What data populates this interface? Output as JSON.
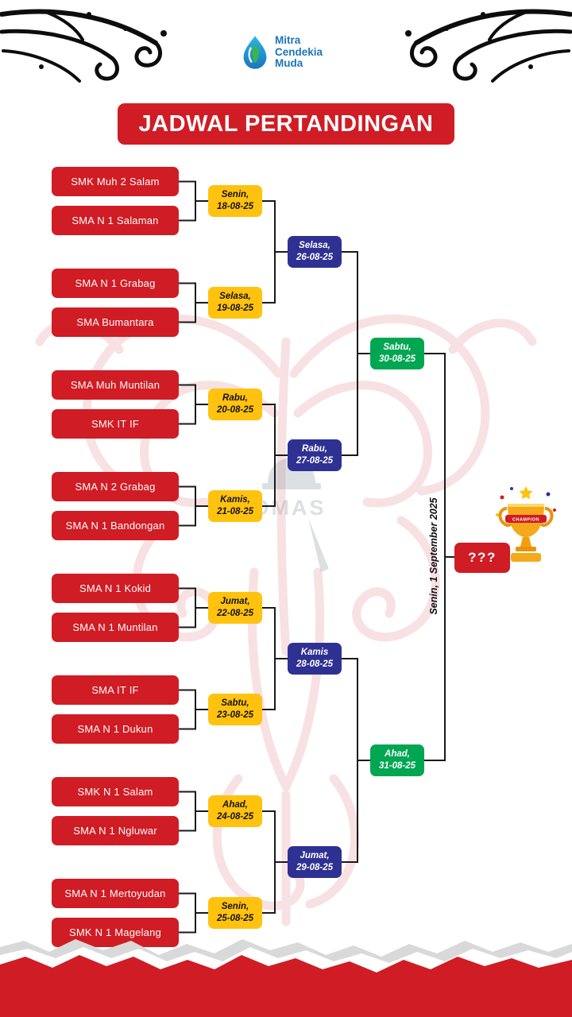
{
  "logo": {
    "name_lines": [
      "Mitra",
      "Cendekia",
      "Muda"
    ]
  },
  "title": "JADWAL PERTANDINGAN",
  "teams": [
    "SMK Muh 2 Salam",
    "SMA N 1 Salaman",
    "SMA N 1 Grabag",
    "SMA Bumantara",
    "SMA Muh Muntilan",
    "SMK IT IF",
    "SMA N 2 Grabag",
    "SMA N 1 Bandongan",
    "SMA N 1 Kokid",
    "SMA N 1 Muntilan",
    "SMA IT IF",
    "SMA N 1 Dukun",
    "SMK N 1 Salam",
    "SMA N 1 Ngluwar",
    "SMA N 1 Mertoyudan",
    "SMK N 1 Magelang"
  ],
  "rounds": {
    "round1": [
      {
        "day": "Senin,",
        "date": "18-08-25"
      },
      {
        "day": "Selasa,",
        "date": "19-08-25"
      },
      {
        "day": "Rabu,",
        "date": "20-08-25"
      },
      {
        "day": "Kamis,",
        "date": "21-08-25"
      },
      {
        "day": "Jumat,",
        "date": "22-08-25"
      },
      {
        "day": "Sabtu,",
        "date": "23-08-25"
      },
      {
        "day": "Ahad,",
        "date": "24-08-25"
      },
      {
        "day": "Senin,",
        "date": "25-08-25"
      }
    ],
    "round2": [
      {
        "day": "Selasa,",
        "date": "26-08-25"
      },
      {
        "day": "Rabu,",
        "date": "27-08-25"
      },
      {
        "day": "Kamis",
        "date": "28-08-25"
      },
      {
        "day": "Jumat,",
        "date": "29-08-25"
      }
    ],
    "semifinal": [
      {
        "day": "Sabtu,",
        "date": "30-08-25"
      },
      {
        "day": "Ahad,",
        "date": "31-08-25"
      }
    ],
    "final": {
      "label": "Senin, 1 September 2025",
      "winner_placeholder": "???"
    }
  },
  "trophy": {
    "ribbon": "CHAMPION"
  },
  "watermark_text": "OMAS",
  "colors": {
    "red": "#d01c24",
    "yellow": "#ffc20e",
    "blue": "#2e3192",
    "green": "#00a651",
    "logo_blue": "#1b75bc"
  }
}
